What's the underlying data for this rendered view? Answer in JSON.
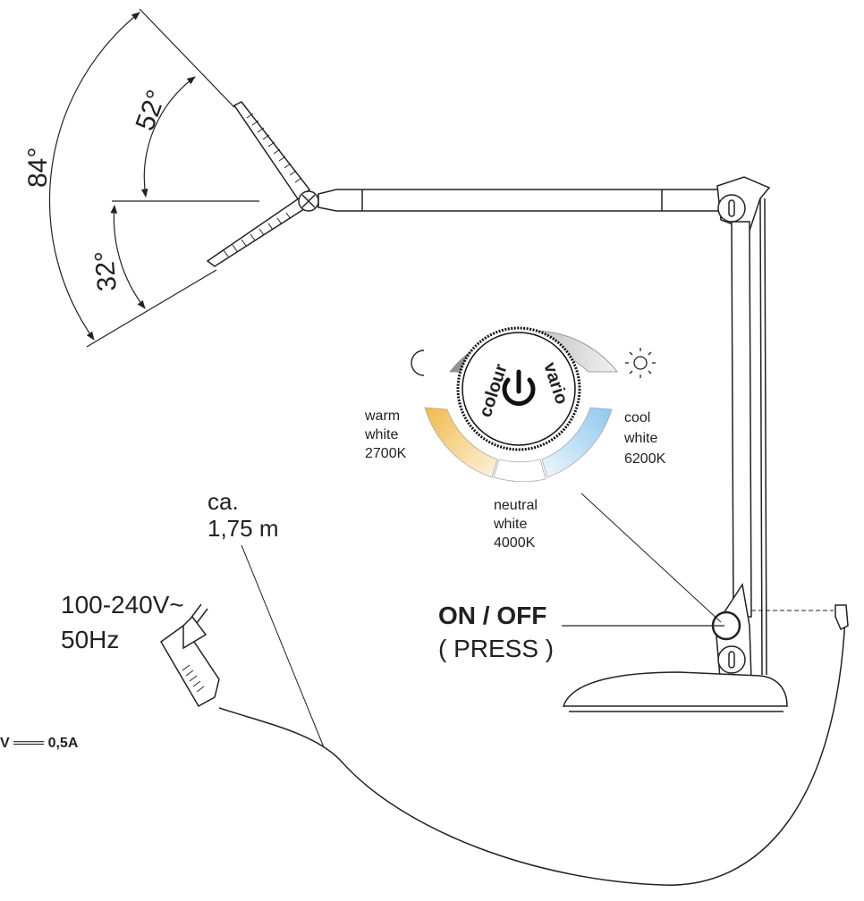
{
  "angles": {
    "total": "84°",
    "up": "52°",
    "down": "32°"
  },
  "dial": {
    "left_text": "colour",
    "right_text": "vario",
    "warm": {
      "line1": "warm",
      "line2": "white",
      "line3": "2700K"
    },
    "neutral": {
      "line1": "neutral",
      "line2": "white",
      "line3": "4000K"
    },
    "cool": {
      "line1": "cool",
      "line2": "white",
      "line3": "6200K"
    }
  },
  "switch": {
    "label": "ON / OFF",
    "hint": "( PRESS )"
  },
  "cable": {
    "line1": "ca.",
    "line2": "1,75 m"
  },
  "power": {
    "voltage": "100-240V~",
    "frequency": "50Hz",
    "output": "V ═══ 0,5A"
  },
  "colors": {
    "line": "#222222",
    "warm": "#f2bd55",
    "cool": "#8ec8ec",
    "brightness": "#9a9a9a"
  }
}
